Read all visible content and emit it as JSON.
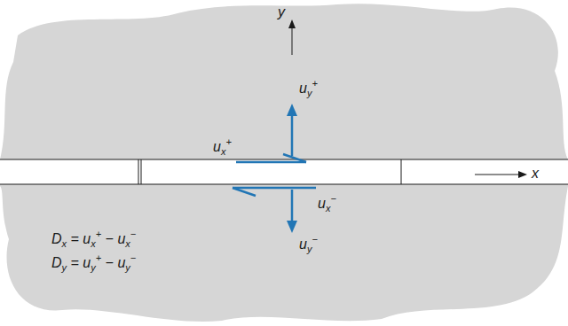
{
  "diagram": {
    "labels": [
      "y",
      "uy+",
      "ux+",
      "x",
      "ux−",
      "Dx = ux+ − ux−",
      "Dy = uy+ − uy−",
      "uy−"
    ]
  }
}
